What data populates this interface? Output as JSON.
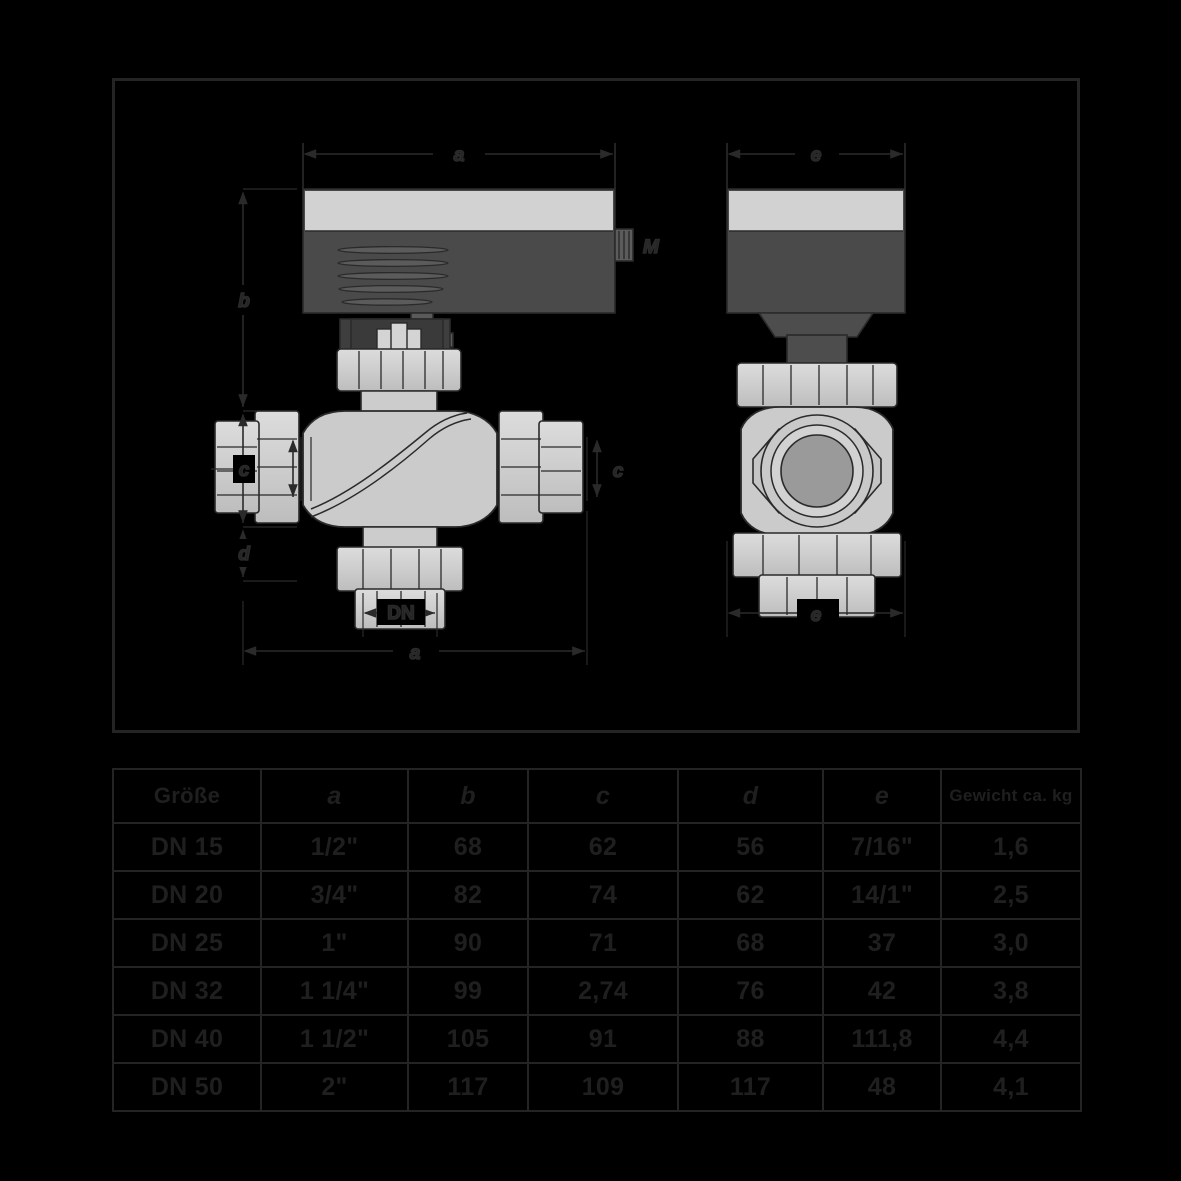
{
  "drawing": {
    "title": "3-way motorized valve dimensional drawing",
    "views": [
      {
        "name": "front-view",
        "label": ""
      },
      {
        "name": "side-view",
        "label": ""
      }
    ],
    "dimension_labels": {
      "top_front": "a",
      "top_side": "e",
      "vertical_b": "b",
      "vertical_c": "c",
      "vertical_d": "d",
      "bottom_front_small": "DN",
      "bottom_front_wide": "a",
      "bottom_side": "e",
      "horizontal_c": "c",
      "horizontal_right": "c",
      "actuator_mark": "M"
    }
  },
  "table": {
    "headers": [
      "Größe",
      "a",
      "b",
      "c",
      "d",
      "e",
      "Gewicht ca. kg"
    ],
    "rows": [
      {
        "size": "DN 15",
        "a": "1/2\"",
        "b": "68",
        "c": "62",
        "d": "56",
        "e": "7/16\"",
        "weight": "1,6"
      },
      {
        "size": "DN 20",
        "a": "3/4\"",
        "b": "82",
        "c": "74",
        "d": "62",
        "e": "14/1\"",
        "weight": "2,5"
      },
      {
        "size": "DN 25",
        "a": "1\"",
        "b": "90",
        "c": "71",
        "d": "68",
        "e": "37",
        "weight": "3,0"
      },
      {
        "size": "DN 32",
        "a": "1 1/4\"",
        "b": "99",
        "c": "2,74",
        "d": "76",
        "e": "42",
        "weight": "3,8"
      },
      {
        "size": "DN 40",
        "a": "1 1/2\"",
        "b": "105",
        "c": "91",
        "d": "88",
        "e": "111,8",
        "weight": "4,4"
      },
      {
        "size": "DN 50",
        "a": "2\"",
        "b": "117",
        "c": "109",
        "d": "117",
        "e": "48",
        "weight": "4,1"
      }
    ]
  }
}
